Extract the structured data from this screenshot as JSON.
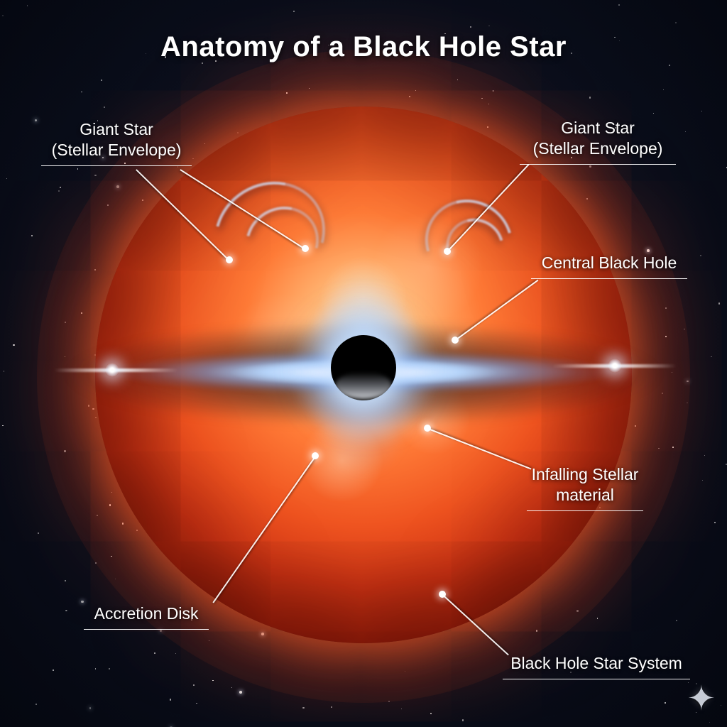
{
  "title": "Anatomy of a Black Hole Star",
  "labels": {
    "giant_star_left": {
      "line1": "Giant Star",
      "line2": "(Stellar Envelope)"
    },
    "giant_star_right": {
      "line1": "Giant Star",
      "line2": "(Stellar Envelope)"
    },
    "central_black_hole": {
      "text": "Central Black Hole"
    },
    "infalling_material": {
      "line1": "Infalling Stellar",
      "line2": "material"
    },
    "accretion_disk": {
      "text": "Accretion Disk"
    },
    "black_hole_star_system": {
      "text": "Black Hole Star System"
    }
  },
  "icons": {
    "sparkle": "✦"
  },
  "colors": {
    "background": "#0b101e",
    "star_core": "#ffeed6",
    "star_mid": "#ef5420",
    "star_edge": "#3c0a03",
    "disk_glow": "#cfe4ff",
    "label_text": "#ffffff",
    "label_line": "#ffffff"
  }
}
